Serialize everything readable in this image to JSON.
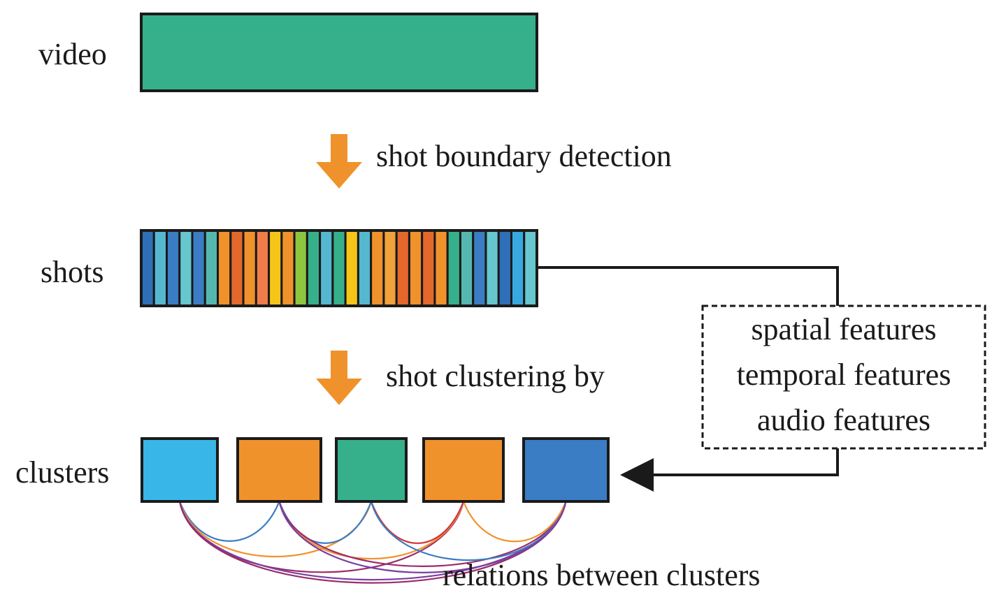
{
  "labels": {
    "video": "video",
    "shots": "shots",
    "clusters": "clusters",
    "step1": "shot boundary detection",
    "step2": "shot clustering by",
    "relations": "relations between clusters"
  },
  "features": [
    "spatial features",
    "temporal features",
    "audio features"
  ],
  "colors": {
    "video": "#36b08b",
    "arrow": "#f0922b",
    "outline": "#1a1a1a",
    "shot_strip": [
      "#2f6fb8",
      "#55b8cf",
      "#3a7dc4",
      "#66c7cf",
      "#3a7dc4",
      "#55b8b0",
      "#f0922b",
      "#e4682c",
      "#f0922b",
      "#f07c4a",
      "#f5c518",
      "#f0922b",
      "#8fc63f",
      "#36b08b",
      "#55b8cf",
      "#36b08b",
      "#f5c518",
      "#55b8cf",
      "#f0922b",
      "#f0a23b",
      "#e4682c",
      "#f0922b",
      "#e4682c",
      "#f0922b",
      "#36b08b",
      "#55b8b0",
      "#3a7dc4",
      "#66c7cf",
      "#2f6fb8",
      "#38a8e0",
      "#66c7cf"
    ],
    "clusters": [
      "#38b6e8",
      "#f0922b",
      "#36b08b",
      "#f0922b",
      "#3a7dc4"
    ],
    "relations": [
      "#3a7dc4",
      "#f0922b",
      "#9b2c6b",
      "#7b3fa0",
      "#3a7dc4",
      "#f0922b",
      "#9b2c6b",
      "#d0363a",
      "#3a7dc4",
      "#f0922b",
      "#9b2c6b",
      "#7b3fa0"
    ]
  }
}
